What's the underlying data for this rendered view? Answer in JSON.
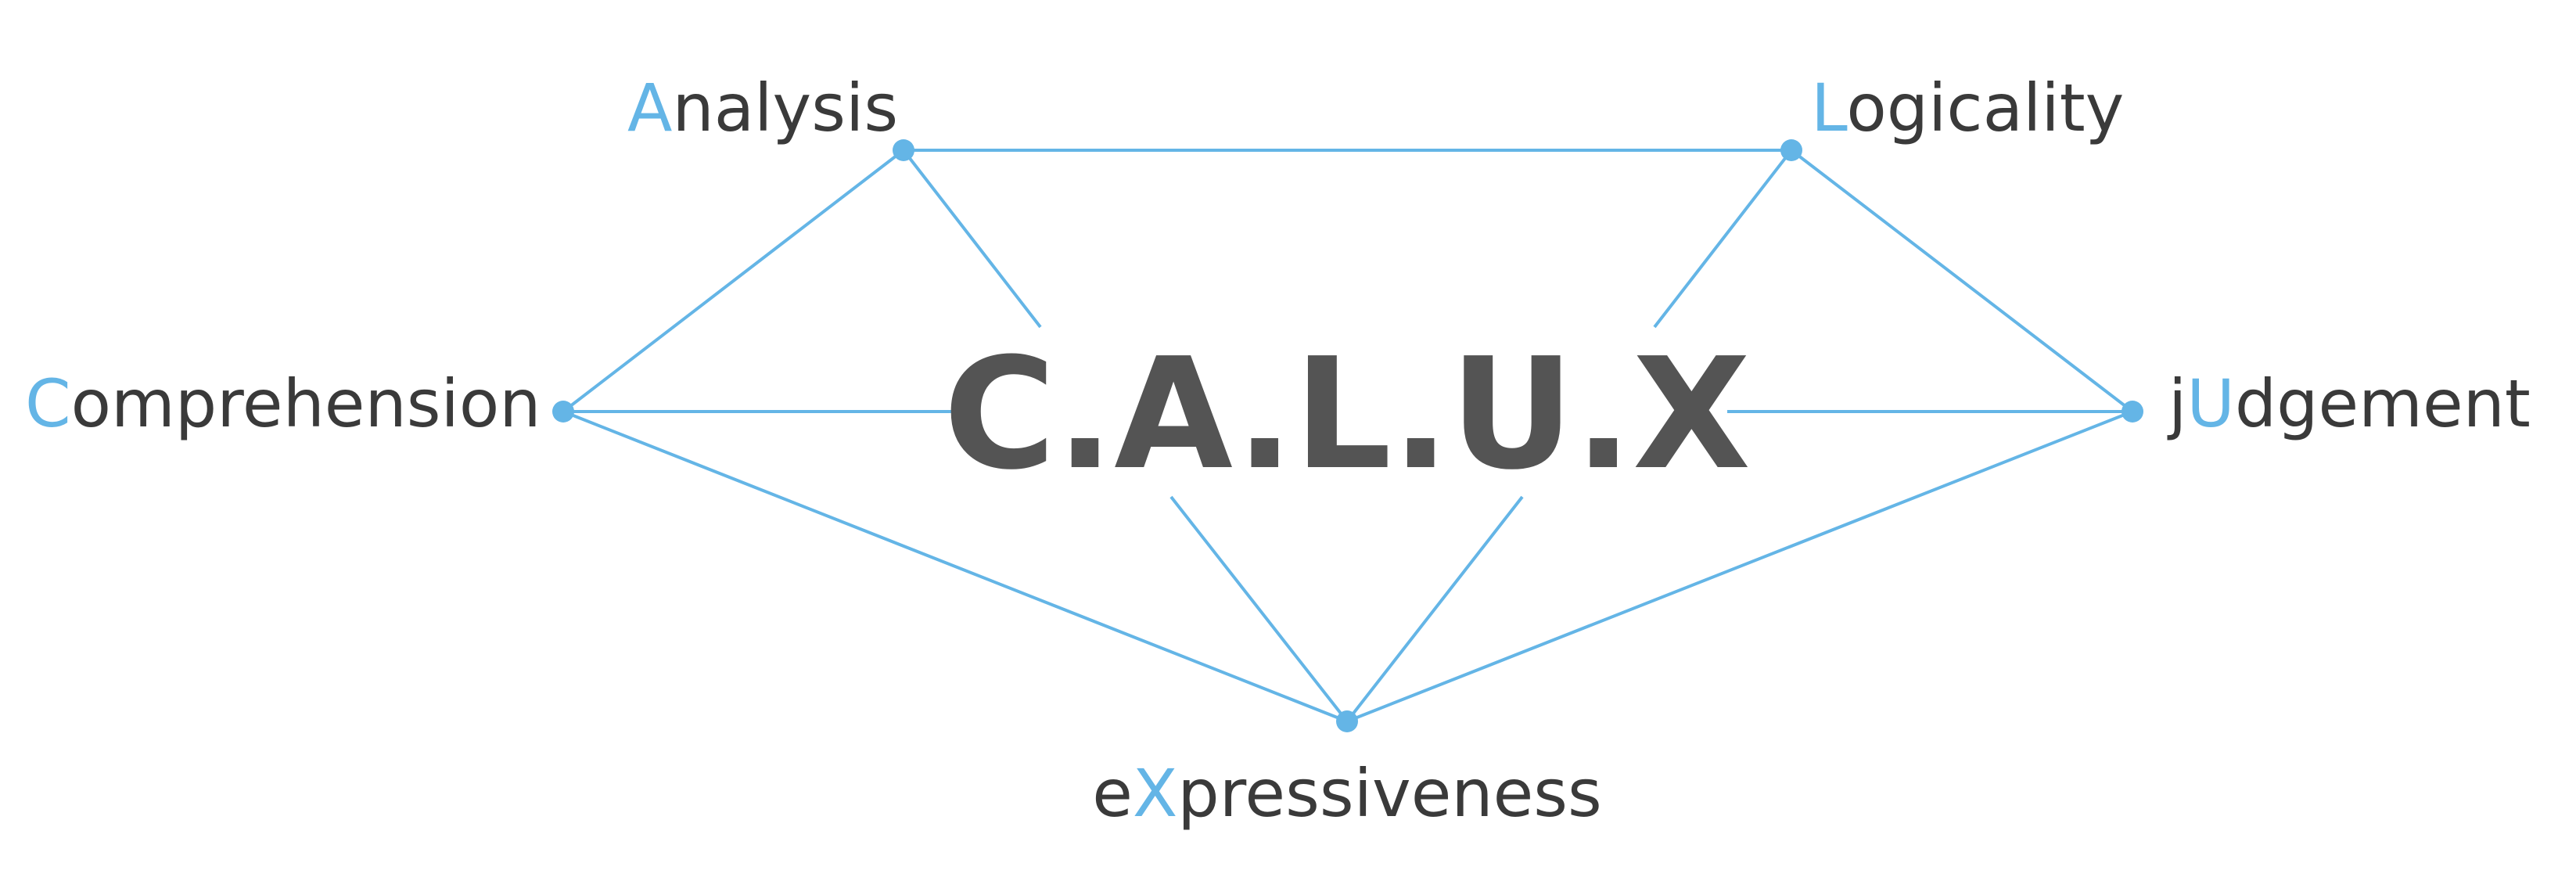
{
  "title": "C.A.L.U.X",
  "colors": {
    "accent": "#64b5e6",
    "text": "#3a3a3a",
    "title": "#545454"
  },
  "nodes": [
    {
      "id": "analysis",
      "pre": "",
      "hl": "A",
      "post": "nalysis"
    },
    {
      "id": "logicality",
      "pre": "",
      "hl": "L",
      "post": "ogicality"
    },
    {
      "id": "comprehension",
      "pre": "",
      "hl": "C",
      "post": "omprehension"
    },
    {
      "id": "judgement",
      "pre": "j",
      "hl": "U",
      "post": "dgement"
    },
    {
      "id": "expressiveness",
      "pre": "e",
      "hl": "X",
      "post": "pressiveness"
    }
  ]
}
